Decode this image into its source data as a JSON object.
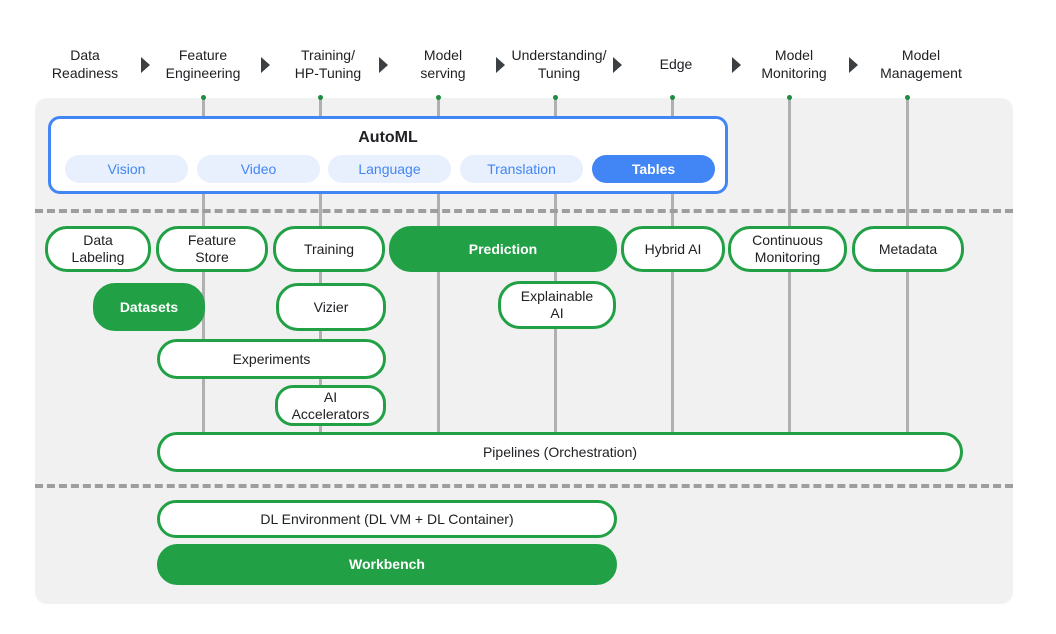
{
  "stages": [
    "Data\nReadiness",
    "Feature\nEngineering",
    "Training/\nHP-Tuning",
    "Model\nserving",
    "Understanding/\nTuning",
    "Edge",
    "Model\nMonitoring",
    "Model\nManagement"
  ],
  "automl": {
    "title": "AutoML",
    "chips": [
      "Vision",
      "Video",
      "Language",
      "Translation",
      "Tables"
    ],
    "active_chip": "Tables"
  },
  "components": {
    "data_labeling": "Data\nLabeling",
    "feature_store": "Feature\nStore",
    "training": "Training",
    "prediction": "Prediction",
    "hybrid_ai": "Hybrid AI",
    "continuous_monitoring": "Continuous\nMonitoring",
    "metadata": "Metadata",
    "datasets": "Datasets",
    "vizier": "Vizier",
    "explainable_ai": "Explainable\nAI",
    "experiments": "Experiments",
    "ai_accelerators": "AI\nAccelerators",
    "pipelines": "Pipelines (Orchestration)"
  },
  "infrastructure": {
    "dl_environment": "DL Environment (DL VM + DL Container)",
    "workbench": "Workbench"
  },
  "colors": {
    "green": "#22a045",
    "blue": "#4285f4",
    "chip_bg": "#e8f0fe",
    "panel_bg": "#f1f1f1"
  }
}
